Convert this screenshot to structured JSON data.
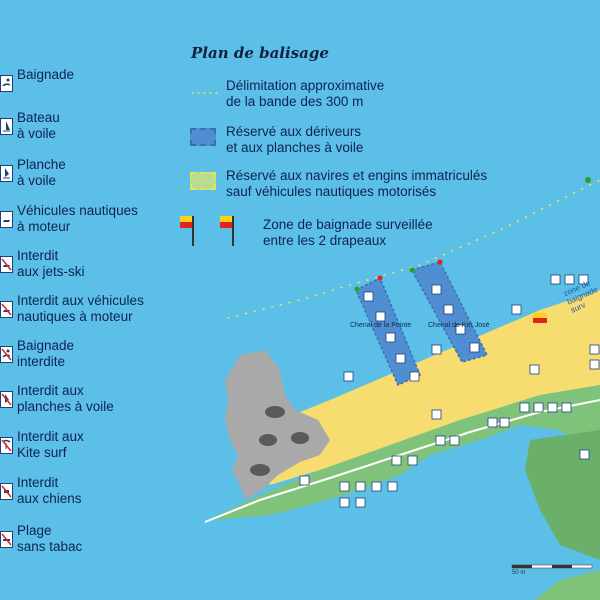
{
  "legend_left": [
    {
      "label": "Baignade",
      "icon": "swimmer-icon"
    },
    {
      "label": "Bateau\nà voile",
      "icon": "sailboat-icon"
    },
    {
      "label": "Planche\nà voile",
      "icon": "windsurf-icon"
    },
    {
      "label": "Véhicules nautiques\nà moteur",
      "icon": "jetski-icon"
    },
    {
      "label": "Interdit\naux jets-ski",
      "icon": "no-jetski-icon"
    },
    {
      "label": "Interdit aux véhicules\nnautiques à moteur",
      "icon": "no-motor-vehicle-icon"
    },
    {
      "label": "Baignade\ninterdite",
      "icon": "no-swimming-icon"
    },
    {
      "label": "Interdit aux\nplanches à voile",
      "icon": "no-windsurf-icon"
    },
    {
      "label": "Interdit aux\nKite surf",
      "icon": "no-kitesurf-icon"
    },
    {
      "label": "Interdit\naux chiens",
      "icon": "no-dogs-icon"
    },
    {
      "label": "Plage\nsans tabac",
      "icon": "no-smoking-icon"
    }
  ],
  "legend_right": {
    "title": "Plan de balisage",
    "items": [
      "Délimitation approximative\nde la bande des 300 m",
      "Réservé aux dériveurs\net aux planches à voile",
      "Réservé aux navires et engins immatriculés\nsauf véhicules nautiques motorisés",
      "Zone de baignade surveillée\nentre les 2 drapeaux"
    ]
  },
  "map": {
    "channel_1": "Chenal de la Pointe",
    "channel_2": "Chenal de Ker José",
    "zone_label": "zone de\nbaignade surv",
    "scale": "50 m"
  },
  "colors": {
    "sea": "#5bbfe8",
    "sand": "#f7dc6f",
    "grass": "#7fc37a",
    "rock": "#a9a9a9",
    "text": "#0f2350",
    "flag_yellow": "#ffd21a",
    "flag_red": "#e2221e"
  }
}
